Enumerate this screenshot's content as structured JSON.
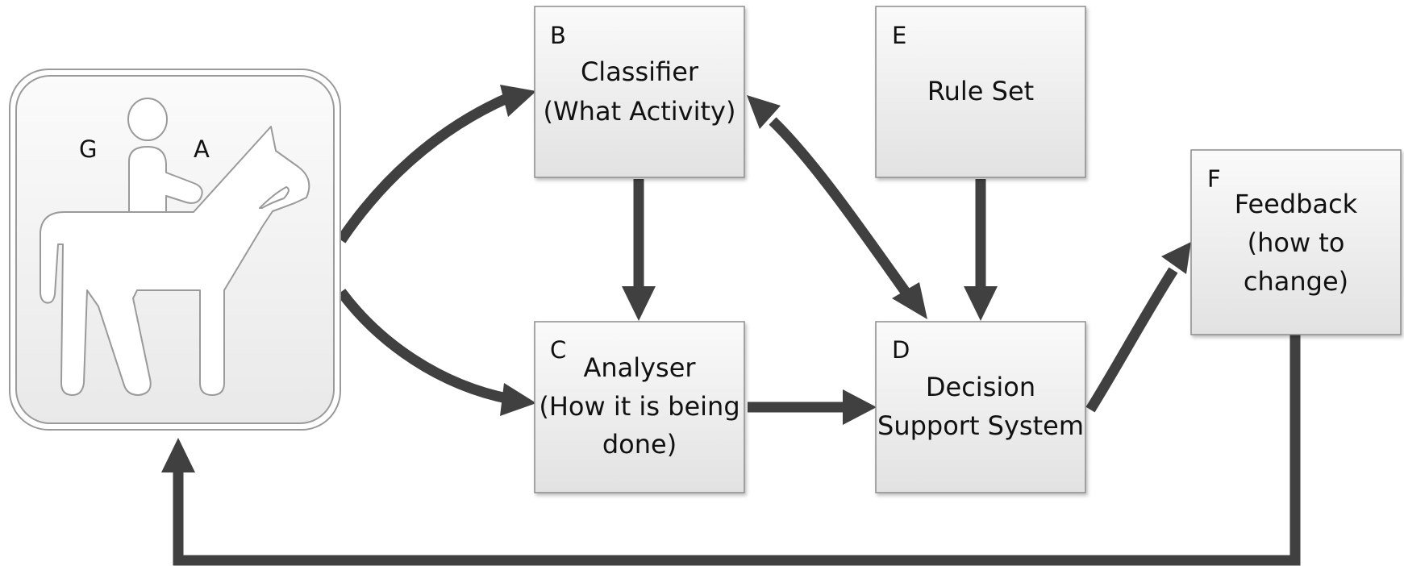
{
  "rider": {
    "label_g": "G",
    "label_a": "A",
    "icon": "horse-rider-icon"
  },
  "boxes": {
    "b": {
      "letter": "B",
      "line1": "Classifier",
      "line2": "(What Activity)"
    },
    "c": {
      "letter": "C",
      "line1": "Analyser",
      "line2": "(How it is being",
      "line3": "done)"
    },
    "d": {
      "letter": "D",
      "line1": "Decision",
      "line2": "Support System"
    },
    "e": {
      "letter": "E",
      "line1": "Rule Set"
    },
    "f": {
      "letter": "F",
      "line1": "Feedback",
      "line2": "(how to",
      "line3": "change)"
    }
  },
  "colors": {
    "arrow": "#404040",
    "box_fill_top": "#fafafa",
    "box_fill_bottom": "#e3e3e3",
    "box_border": "#8c8c8c"
  }
}
